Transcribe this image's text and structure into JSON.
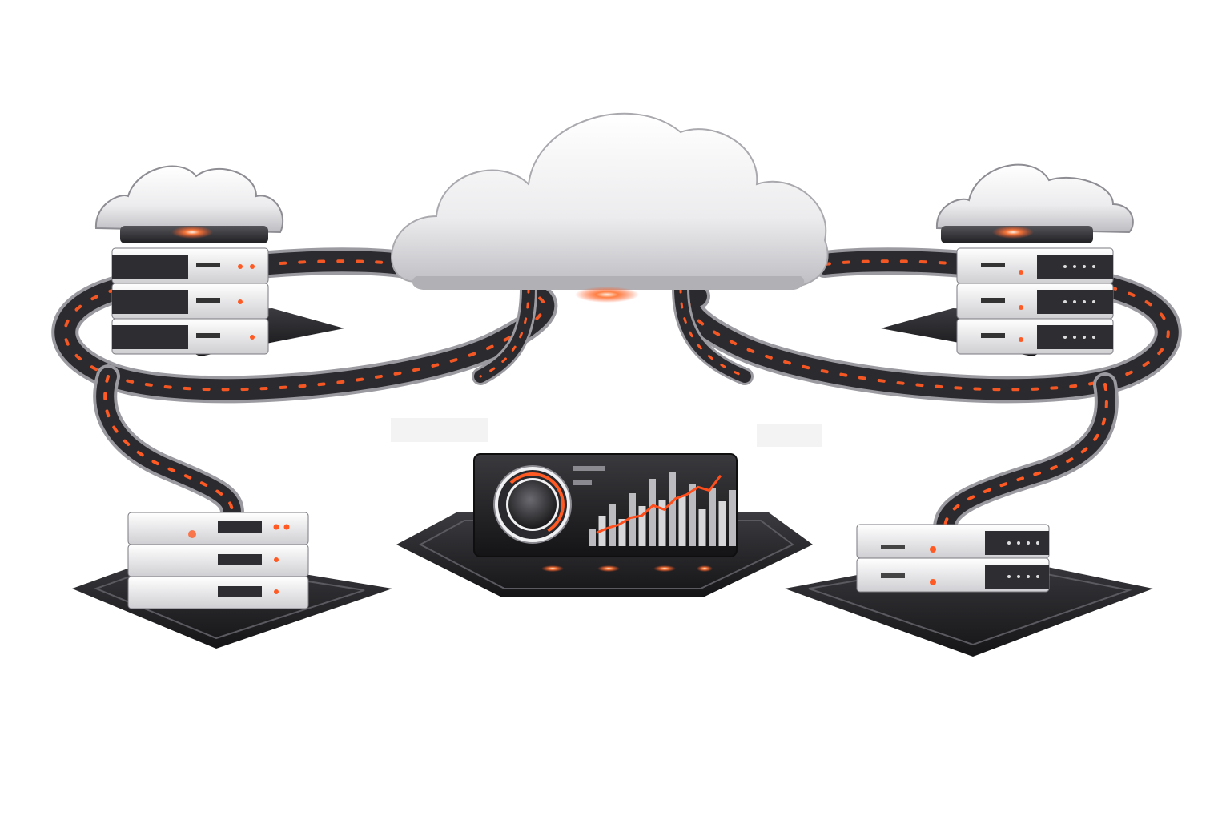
{
  "illustration": {
    "colors": {
      "background": "#ffffff",
      "cloud": "#eeeeee",
      "cloud_shadow": "#b9b9bd",
      "cloud_base": "#3c3c40",
      "server_face": "#e9e9eb",
      "server_dark": "#2e2e32",
      "platform": "#2a2a2e",
      "cable_dark": "#2b2b2f",
      "cable_rim": "#9a9aa0",
      "glow": "#ff5a24",
      "glow_core": "#ffd7bd",
      "chart_bar": "#c9c9cc",
      "trend_line": "#ff4d1c"
    },
    "icons": [
      "cloud-icon",
      "server-icon",
      "dashboard-icon",
      "gauge-icon",
      "bar-chart-icon",
      "trend-line-icon"
    ],
    "dashboard": {
      "bar_levels": [
        0.22,
        0.38,
        0.52,
        0.34,
        0.66,
        0.5,
        0.84,
        0.58,
        0.92,
        0.62,
        0.78,
        0.46,
        0.72,
        0.56,
        0.7
      ],
      "trend_levels": [
        0.08,
        0.15,
        0.2,
        0.3,
        0.33,
        0.48,
        0.42,
        0.58,
        0.64,
        0.75,
        0.7,
        0.92
      ],
      "gauge_level": 0.72
    }
  }
}
